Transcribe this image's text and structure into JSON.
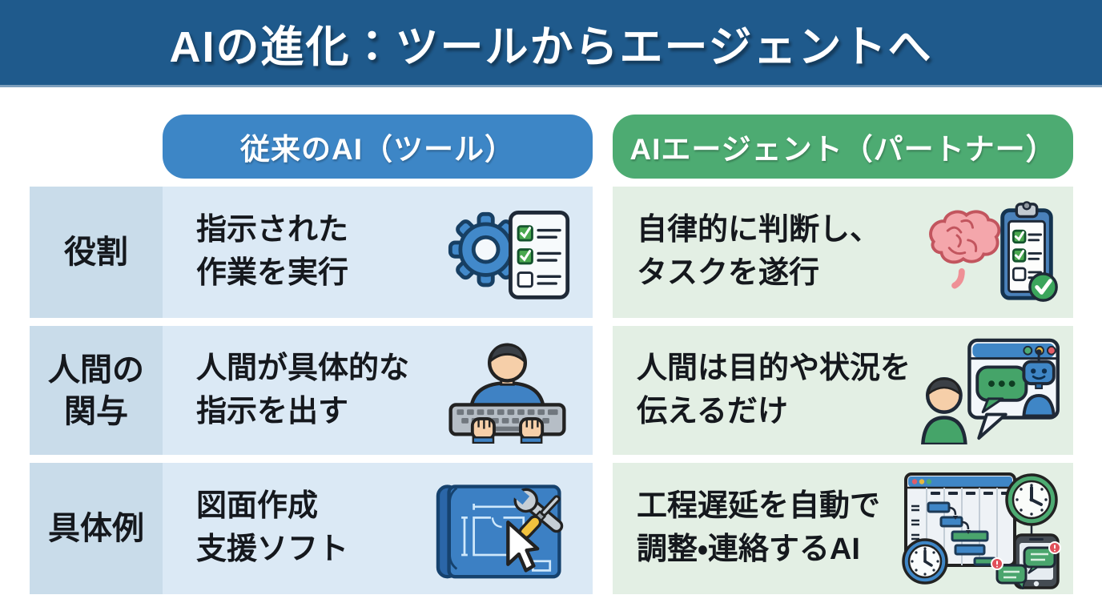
{
  "title": "AIの進化：ツールからエージェントへ",
  "columns": {
    "tool": {
      "label": "従来のAI（ツール）",
      "accent": "#3d86c6",
      "cell_bg": "#dbe9f5"
    },
    "agent": {
      "label": "AIエージェント（パートナー）",
      "accent": "#4dab72",
      "cell_bg": "#e3efe4"
    }
  },
  "rows": [
    {
      "label": "役割",
      "tool": {
        "text": "指示された\n作業を実行",
        "icon": "gear-checklist-icon"
      },
      "agent": {
        "text": "自律的に判断し、\nタスクを遂行",
        "icon": "brain-clipboard-icon"
      }
    },
    {
      "label": "人間の\n関与",
      "tool": {
        "text": "人間が具体的な\n指示を出す",
        "icon": "person-typing-keyboard-icon"
      },
      "agent": {
        "text": "人間は目的や状況を\n伝えるだけ",
        "icon": "person-chat-robot-icon"
      }
    },
    {
      "label": "具体例",
      "tool": {
        "text": "図面作成\n支援ソフト",
        "icon": "blueprint-tools-cursor-icon"
      },
      "agent": {
        "text": "工程遅延を自動で\n調整・連絡するAI",
        "icon": "gantt-clocks-phone-icon"
      }
    }
  ],
  "colors": {
    "header_bg": "#1f5a8c",
    "title_text": "#ffffff",
    "label_cell_bg": "#c9dcea",
    "body_text": "#15181d",
    "page_bg": "#ffffff"
  }
}
